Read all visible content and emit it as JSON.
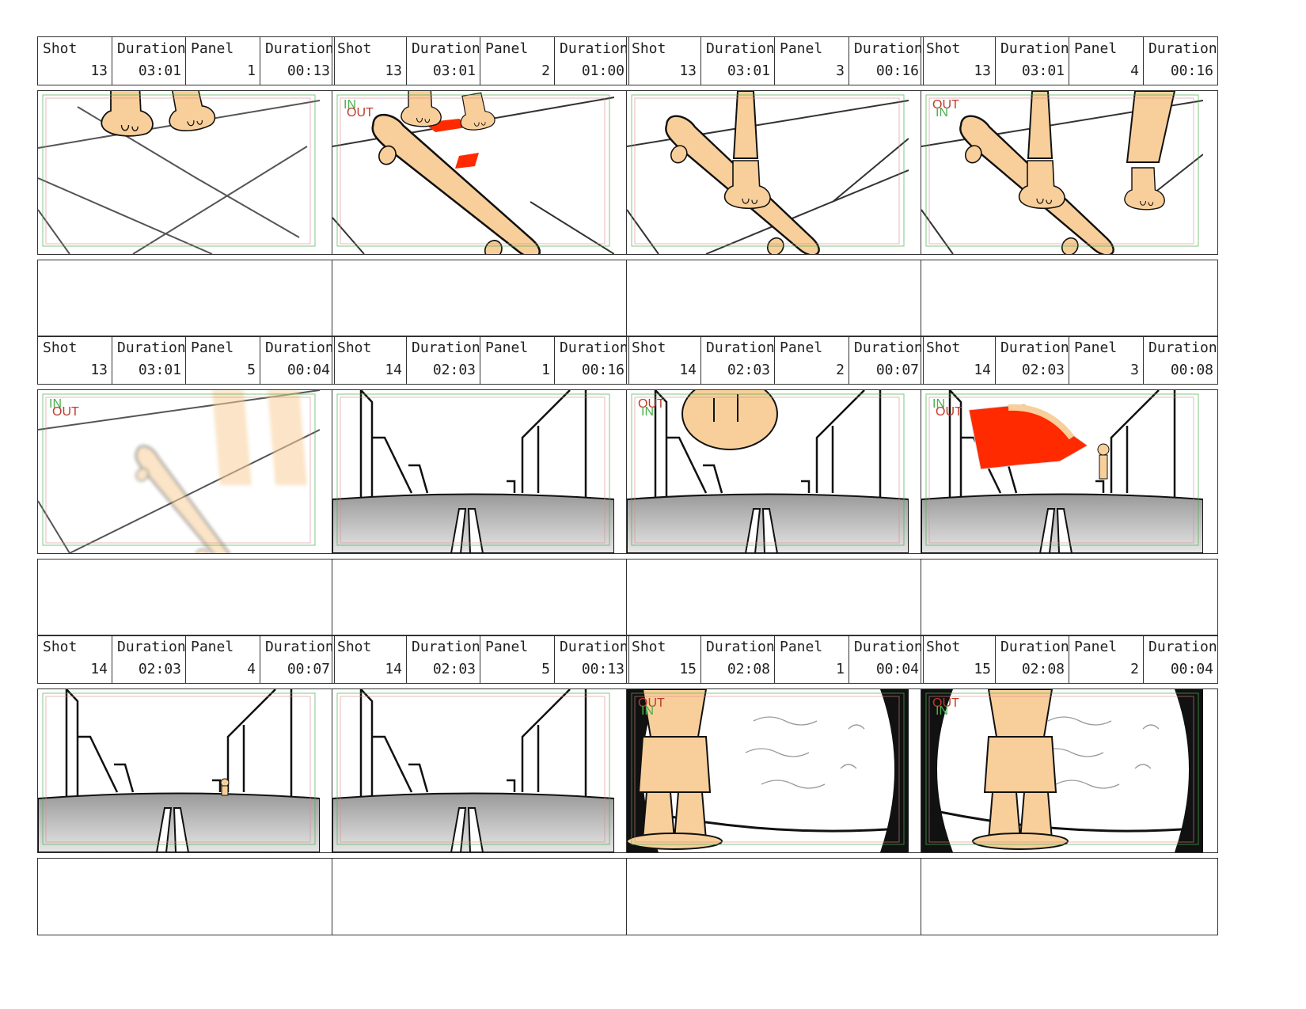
{
  "labels": {
    "shot": "Shot",
    "duration": "Duration",
    "panel": "Panel",
    "panel_duration": "Duration"
  },
  "colors": {
    "skin": "#f8cf9a",
    "accent_red": "#ff2a00",
    "safe_green": "#4caf50",
    "safe_red": "#c0392b",
    "ink": "#111111"
  },
  "panels": [
    {
      "shot": "13",
      "shot_duration": "03:01",
      "panel": "1",
      "panel_duration": "00:13",
      "scene": "feet-perspective",
      "markers": []
    },
    {
      "shot": "13",
      "shot_duration": "03:01",
      "panel": "2",
      "panel_duration": "01:00",
      "scene": "skateboard-action",
      "markers": [
        "IN",
        "OUT"
      ]
    },
    {
      "shot": "13",
      "shot_duration": "03:01",
      "panel": "3",
      "panel_duration": "00:16",
      "scene": "skateboard-foot",
      "markers": []
    },
    {
      "shot": "13",
      "shot_duration": "03:01",
      "panel": "4",
      "panel_duration": "00:16",
      "scene": "skateboard-two-feet",
      "markers": [
        "OUT",
        "IN"
      ]
    },
    {
      "shot": "13",
      "shot_duration": "03:01",
      "panel": "5",
      "panel_duration": "00:04",
      "scene": "motion-blur",
      "markers": [
        "IN",
        "OUT"
      ]
    },
    {
      "shot": "14",
      "shot_duration": "02:03",
      "panel": "1",
      "panel_duration": "00:16",
      "scene": "street",
      "markers": []
    },
    {
      "shot": "14",
      "shot_duration": "02:03",
      "panel": "2",
      "panel_duration": "00:07",
      "scene": "street-hand",
      "markers": [
        "OUT",
        "IN"
      ]
    },
    {
      "shot": "14",
      "shot_duration": "02:03",
      "panel": "3",
      "panel_duration": "00:08",
      "scene": "street-character",
      "markers": [
        "IN",
        "OUT"
      ]
    },
    {
      "shot": "14",
      "shot_duration": "02:03",
      "panel": "4",
      "panel_duration": "00:07",
      "scene": "street-small-character",
      "markers": []
    },
    {
      "shot": "14",
      "shot_duration": "02:03",
      "panel": "5",
      "panel_duration": "00:13",
      "scene": "street",
      "markers": []
    },
    {
      "shot": "15",
      "shot_duration": "02:08",
      "panel": "1",
      "panel_duration": "00:04",
      "scene": "fisheye-character-left",
      "markers": [
        "OUT",
        "IN"
      ]
    },
    {
      "shot": "15",
      "shot_duration": "02:08",
      "panel": "2",
      "panel_duration": "00:04",
      "scene": "fisheye-character-center",
      "markers": [
        "OUT",
        "IN"
      ]
    }
  ]
}
